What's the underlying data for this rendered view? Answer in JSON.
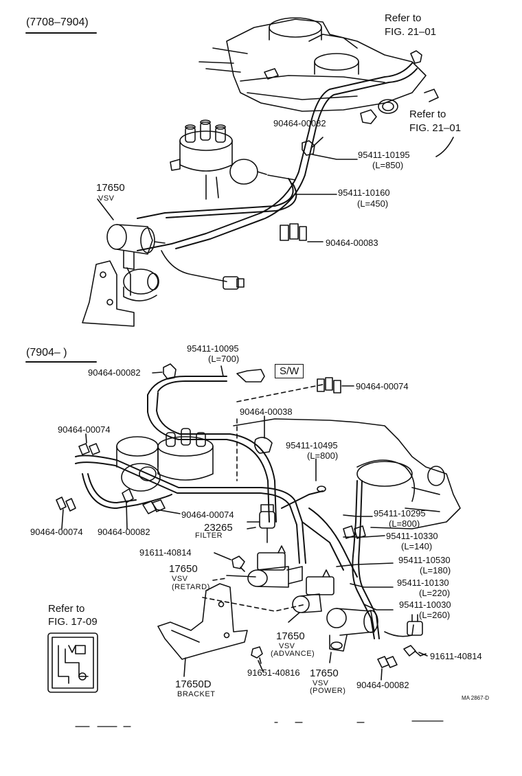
{
  "section_top": {
    "range": "(7708–7904)",
    "refer_a": [
      "Refer to",
      "FIG. 21–01"
    ],
    "refer_b": [
      "Refer to",
      "FIG. 21–01"
    ],
    "p1": "90464-00082",
    "p2": [
      "95411-10195",
      "(L=850)"
    ],
    "p3": [
      "95411-10160",
      "(L=450)"
    ],
    "p4": "90464-00083",
    "vsv": [
      "17650",
      "VSV"
    ]
  },
  "section_bottom": {
    "range": "(7904– )",
    "hose_top": [
      "95411-10095",
      "(L=700)"
    ],
    "sw": "S/W",
    "clamp_a": "90464-00082",
    "clamp_b": "90464-00074",
    "clamp_c": "90464-00038",
    "clamp_d": "90464-00074",
    "hose_495": [
      "95411-10495",
      "(L=800)"
    ],
    "clamp_e": "90464-00074",
    "clamp_f": "90464-00074",
    "clamp_g": "90464-00082",
    "hose_295": [
      "95411-10295",
      "(L=800)"
    ],
    "filter": [
      "23265",
      "FILTER"
    ],
    "hose_330": [
      "95411-10330",
      "(L=140)"
    ],
    "bolt_a": "91611-40814",
    "hose_530": [
      "95411-10530",
      "(L=180)"
    ],
    "vsv_retard": [
      "17650",
      "VSV",
      "(RETARD)"
    ],
    "hose_130": [
      "95411-10130",
      "(L=220)"
    ],
    "hose_030": [
      "95411-10030",
      "(L=260)"
    ],
    "refer_c": [
      "Refer to",
      "FIG. 17-09"
    ],
    "vsv_advance": [
      "17650",
      "VSV",
      "(ADVANCE)"
    ],
    "bolt_b": "91611-40814",
    "bolt_c": "91651-40816",
    "vsv_power": [
      "17650",
      "VSV",
      "(POWER)"
    ],
    "clamp_h": "90464-00082",
    "bracket": [
      "17650D",
      "BRACKET"
    ],
    "code": "MA 2867-D"
  }
}
